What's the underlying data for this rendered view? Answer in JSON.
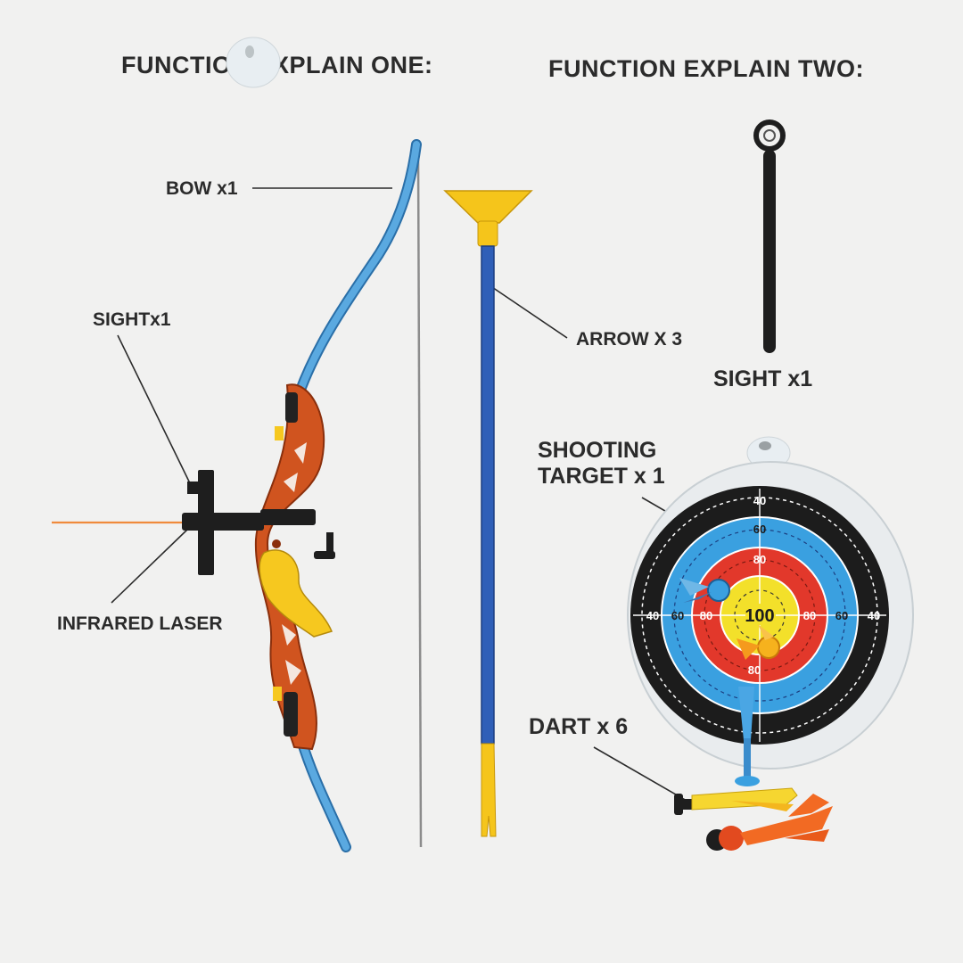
{
  "headings": {
    "one": "FUNCTION EXPLAIN ONE:",
    "two": "FUNCTION EXPLAIN TWO:"
  },
  "labels": {
    "bow": "BOW x1",
    "sight_left": "SIGHTx1",
    "infrared": "INFRARED LASER",
    "arrow": "ARROW X 3",
    "sight_right": "SIGHT x1",
    "target_line1": "SHOOTING",
    "target_line2": "TARGET x 1",
    "dart": "DART x 6"
  },
  "target": {
    "center": "100",
    "ring_80": "80",
    "ring_60": "60",
    "ring_40": "40"
  },
  "colors": {
    "background": "#f1f1f0",
    "bow_limb": "#5aa9e0",
    "bow_riser": "#d0541f",
    "grip": "#f6c81f",
    "arrow_shaft": "#2f5fb8",
    "suction_cup": "#f5c51b",
    "laser": "#f08a3c",
    "ring_outer": "#1c1c1c",
    "ring_blue": "#3aa0e0",
    "ring_red": "#e2382b",
    "ring_yellow": "#f3e02a",
    "dart_orange": "#f26a23"
  }
}
